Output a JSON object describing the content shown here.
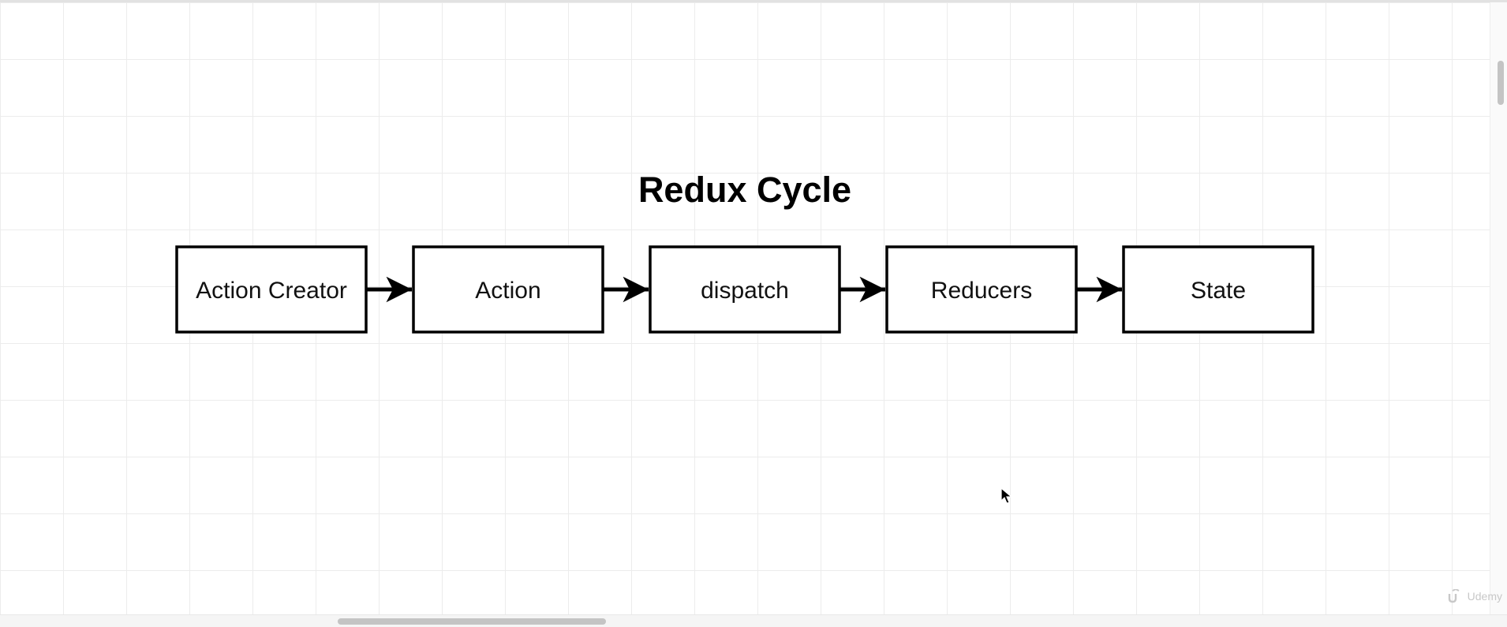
{
  "diagram": {
    "title": "Redux Cycle",
    "nodes": [
      {
        "id": "action-creator",
        "label": "Action Creator"
      },
      {
        "id": "action",
        "label": "Action"
      },
      {
        "id": "dispatch",
        "label": "dispatch"
      },
      {
        "id": "reducers",
        "label": "Reducers"
      },
      {
        "id": "state",
        "label": "State"
      }
    ],
    "edges": [
      {
        "from": "action-creator",
        "to": "action"
      },
      {
        "from": "action",
        "to": "dispatch"
      },
      {
        "from": "dispatch",
        "to": "reducers"
      },
      {
        "from": "reducers",
        "to": "state"
      }
    ]
  },
  "watermark": {
    "text": "Udemy",
    "icon": "udemy-logo-icon"
  },
  "colors": {
    "stroke": "#000000",
    "box_fill": "#ffffff",
    "grid": "#ececec"
  },
  "icons": {
    "cursor": "mouse-pointer-icon"
  }
}
